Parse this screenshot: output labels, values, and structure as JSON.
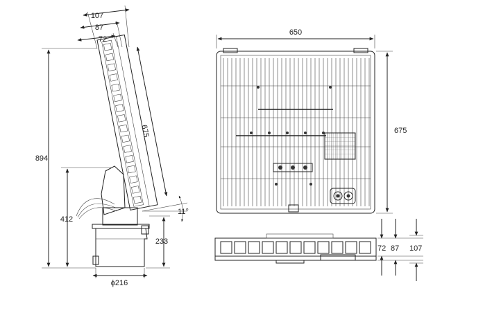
{
  "side_view": {
    "depth_total": "107",
    "depth_mid": "87",
    "depth_inner": "72",
    "panel_length": "675",
    "total_height": "894",
    "pivot_height": "412",
    "base_height": "233",
    "tilt_angle": "11°",
    "base_diameter": "ϕ216"
  },
  "front_view": {
    "width": "650",
    "height": "675"
  },
  "bottom_view": {
    "depth_inner": "72",
    "depth_mid": "87",
    "depth_total": "107"
  }
}
